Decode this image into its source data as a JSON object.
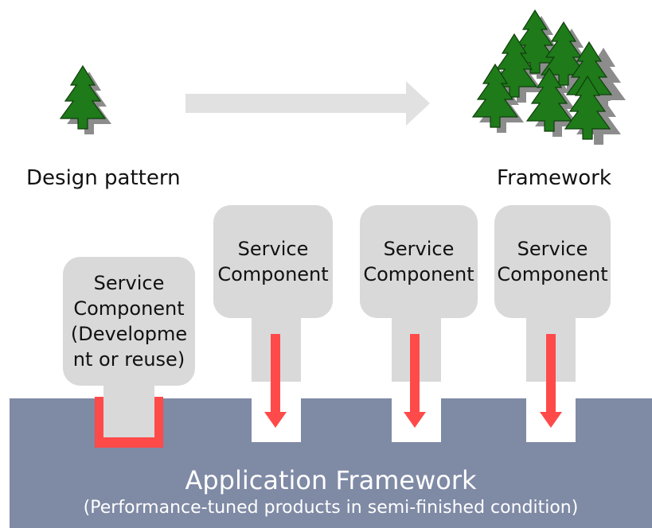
{
  "top": {
    "left_label": "Design pattern",
    "right_label": "Framework",
    "single_tree_icon": "tree-icon",
    "forest_icon": "forest-icon",
    "arrow_icon": "right-arrow-icon"
  },
  "components": {
    "developing": [
      "Service",
      "Component",
      "(Developme",
      "nt or reuse)"
    ],
    "plugged": [
      {
        "line1": "Service",
        "line2": "Component"
      },
      {
        "line1": "Service",
        "line2": "Component"
      },
      {
        "line1": "Service",
        "line2": "Component"
      }
    ]
  },
  "base": {
    "title": "Application Framework",
    "subtitle": "(Performance-tuned products in semi-finished condition)"
  },
  "colors": {
    "tree_fill": "#1f7a1a",
    "tree_shadow": "#8c8c8c",
    "card_fill": "#d9d9d9",
    "platform_fill": "#7f8aa5",
    "accent_red": "#ff4a4a"
  }
}
